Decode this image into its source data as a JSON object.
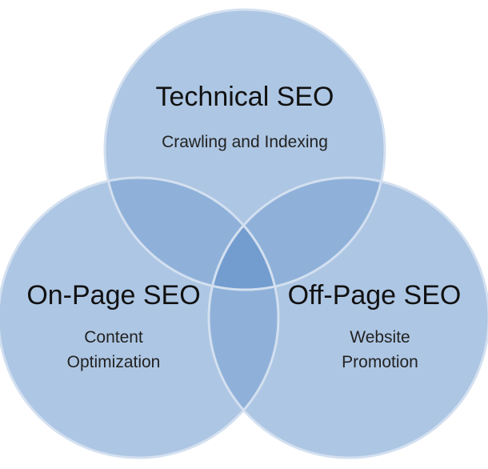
{
  "diagram": {
    "circles": [
      {
        "id": "technical",
        "title": "Technical SEO",
        "subtitle_lines": [
          "Crawling and Indexing"
        ]
      },
      {
        "id": "onpage",
        "title": "On-Page SEO",
        "subtitle_lines": [
          "Content",
          "Optimization"
        ]
      },
      {
        "id": "offpage",
        "title": "Off-Page SEO",
        "subtitle_lines": [
          "Website",
          "Promotion"
        ]
      }
    ],
    "colors": {
      "fill": "#a9c3e2",
      "stroke": "#d3e0f0",
      "overlap_tint": "#5f8fc9"
    }
  }
}
